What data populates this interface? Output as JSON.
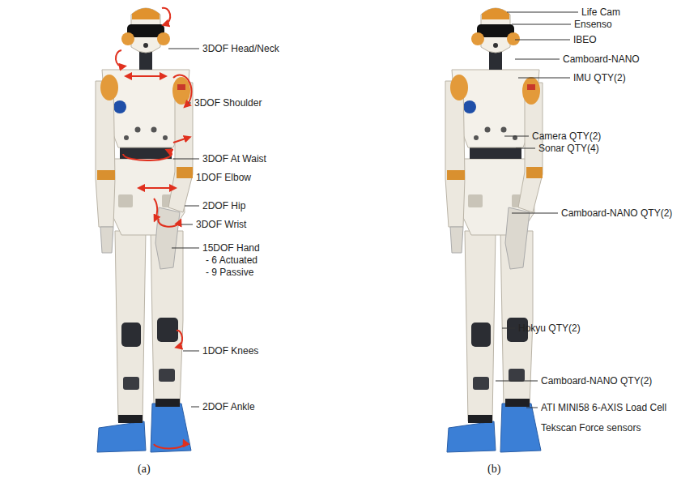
{
  "diagram": {
    "labels": [
      "3DOF Head/Neck",
      "3DOF Shoulder",
      "3DOF At Waist",
      "1DOF Elbow",
      "2DOF Hip",
      "3DOF Wrist",
      "15DOF Hand",
      "- 6 Actuated",
      "- 9 Passive",
      "1DOF Knees",
      "2DOF Ankle",
      "(a)",
      "Life Cam",
      "Ensenso",
      "IBEO",
      "Camboard-NANO",
      "IMU QTY(2)",
      "Camera QTY(2)",
      "Sonar QTY(4)",
      "Camboard-NANO QTY(2)",
      "Hokyu QTY(2)",
      "Camboard-NANO QTY(2)",
      "ATI MINI58 6-AXIS Load Cell",
      "Tekscan Force sensors",
      "(b)"
    ]
  }
}
